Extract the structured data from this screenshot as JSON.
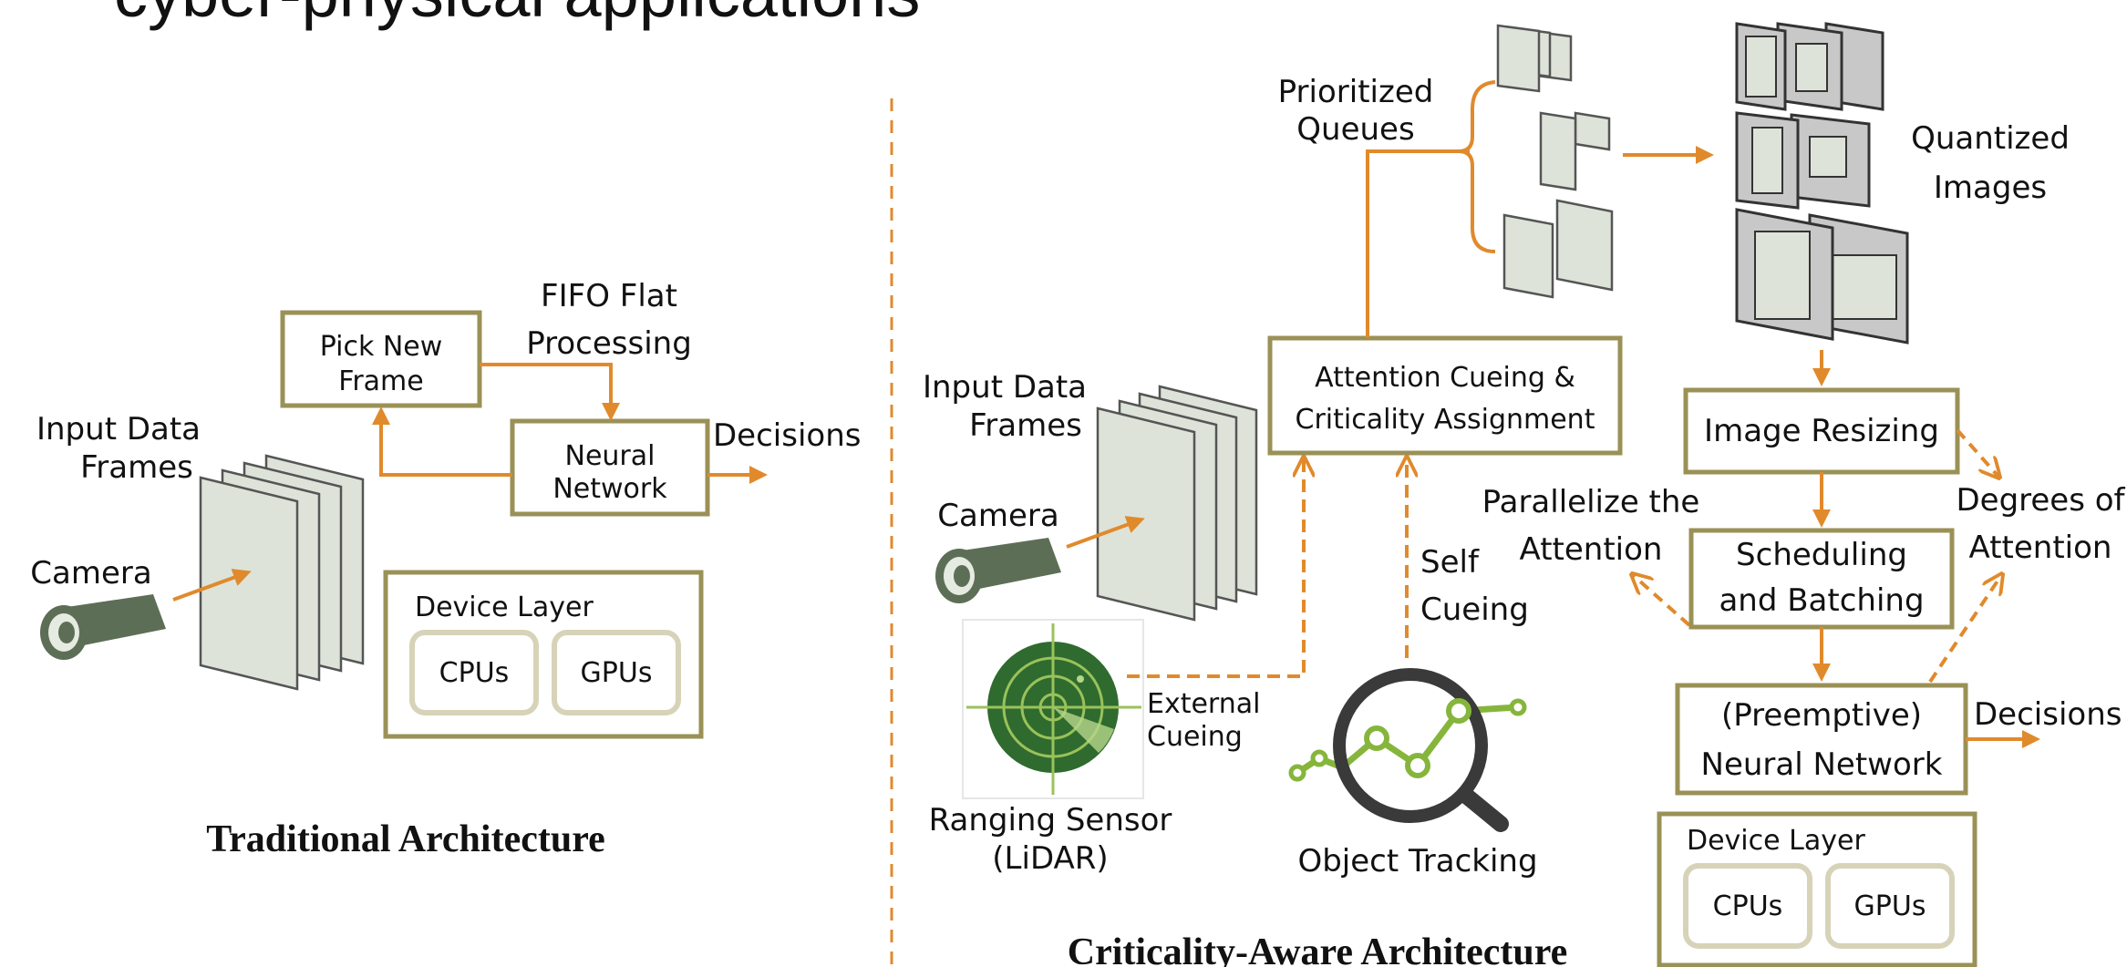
{
  "title": "cyber-physical applications",
  "colors": {
    "arrow": "#e08a2c",
    "box_border": "#9a9156",
    "frame_fill": "#dde3d9",
    "frame_stroke": "#555555",
    "camera": "#5d6e56",
    "radar": "#2f6b2f",
    "tracking": "#86b53c"
  },
  "traditional": {
    "heading": "Traditional Architecture",
    "pick_new_frame": [
      "Pick New",
      "Frame"
    ],
    "fifo": [
      "FIFO Flat",
      "Processing"
    ],
    "neural_network": [
      "Neural",
      "Network"
    ],
    "decisions": "Decisions",
    "input_frames": [
      "Input Data",
      "Frames"
    ],
    "camera": "Camera",
    "device_layer": "Device Layer",
    "cpus": "CPUs",
    "gpus": "GPUs"
  },
  "criticality": {
    "heading": "Criticality-Aware Architecture",
    "prioritized_queues": [
      "Prioritized",
      "Queues"
    ],
    "quantized_images": [
      "Quantized",
      "Images"
    ],
    "attention_cueing": [
      "Attention Cueing & ",
      "Criticality Assignment"
    ],
    "input_frames": [
      "Input Data",
      "Frames"
    ],
    "camera": "Camera",
    "ranging_sensor": [
      "Ranging Sensor",
      "(LiDAR)"
    ],
    "external_cueing": [
      "External",
      "Cueing"
    ],
    "self_cueing": [
      "Self",
      "Cueing"
    ],
    "object_tracking": "Object Tracking",
    "image_resizing": "Image Resizing",
    "parallelize": [
      "Parallelize the",
      "Attention"
    ],
    "degrees": [
      "Degrees of",
      "Attention"
    ],
    "scheduling": [
      "Scheduling",
      "and Batching"
    ],
    "preemptive_nn": [
      "(Preemptive)",
      "Neural Network"
    ],
    "decisions": "Decisions",
    "device_layer": "Device Layer",
    "cpus": "CPUs",
    "gpus": "GPUs"
  }
}
